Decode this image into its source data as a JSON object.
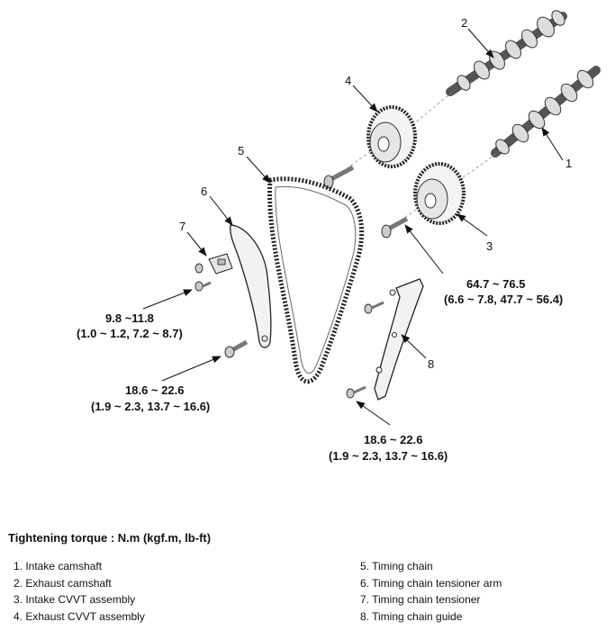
{
  "diagram": {
    "callouts": [
      "1",
      "2",
      "3",
      "4",
      "5",
      "6",
      "7",
      "8"
    ],
    "torques": [
      {
        "line1": "64.7 ~ 76.5",
        "line2": "(6.6 ~ 7.8, 47.7 ~ 56.4)"
      },
      {
        "line1": "9.8 ~11.8",
        "line2": "(1.0 ~ 1.2, 7.2 ~ 8.7)"
      },
      {
        "line1": "18.6 ~ 22.6",
        "line2": "(1.9 ~ 2.3, 13.7 ~ 16.6)"
      },
      {
        "line1": "18.6 ~ 22.6",
        "line2": "(1.9 ~ 2.3, 13.7 ~ 16.6)"
      }
    ]
  },
  "legend": {
    "heading": "Tightening torque : N.m (kgf.m, lb-ft)",
    "items": [
      "1. Intake camshaft",
      "2. Exhaust camshaft",
      "3. Intake CVVT assembly",
      "4. Exhaust CVVT assembly",
      "5. Timing chain",
      "6. Timing chain tensioner arm",
      "7. Timing chain tensioner",
      "8. Timing chain guide"
    ]
  }
}
